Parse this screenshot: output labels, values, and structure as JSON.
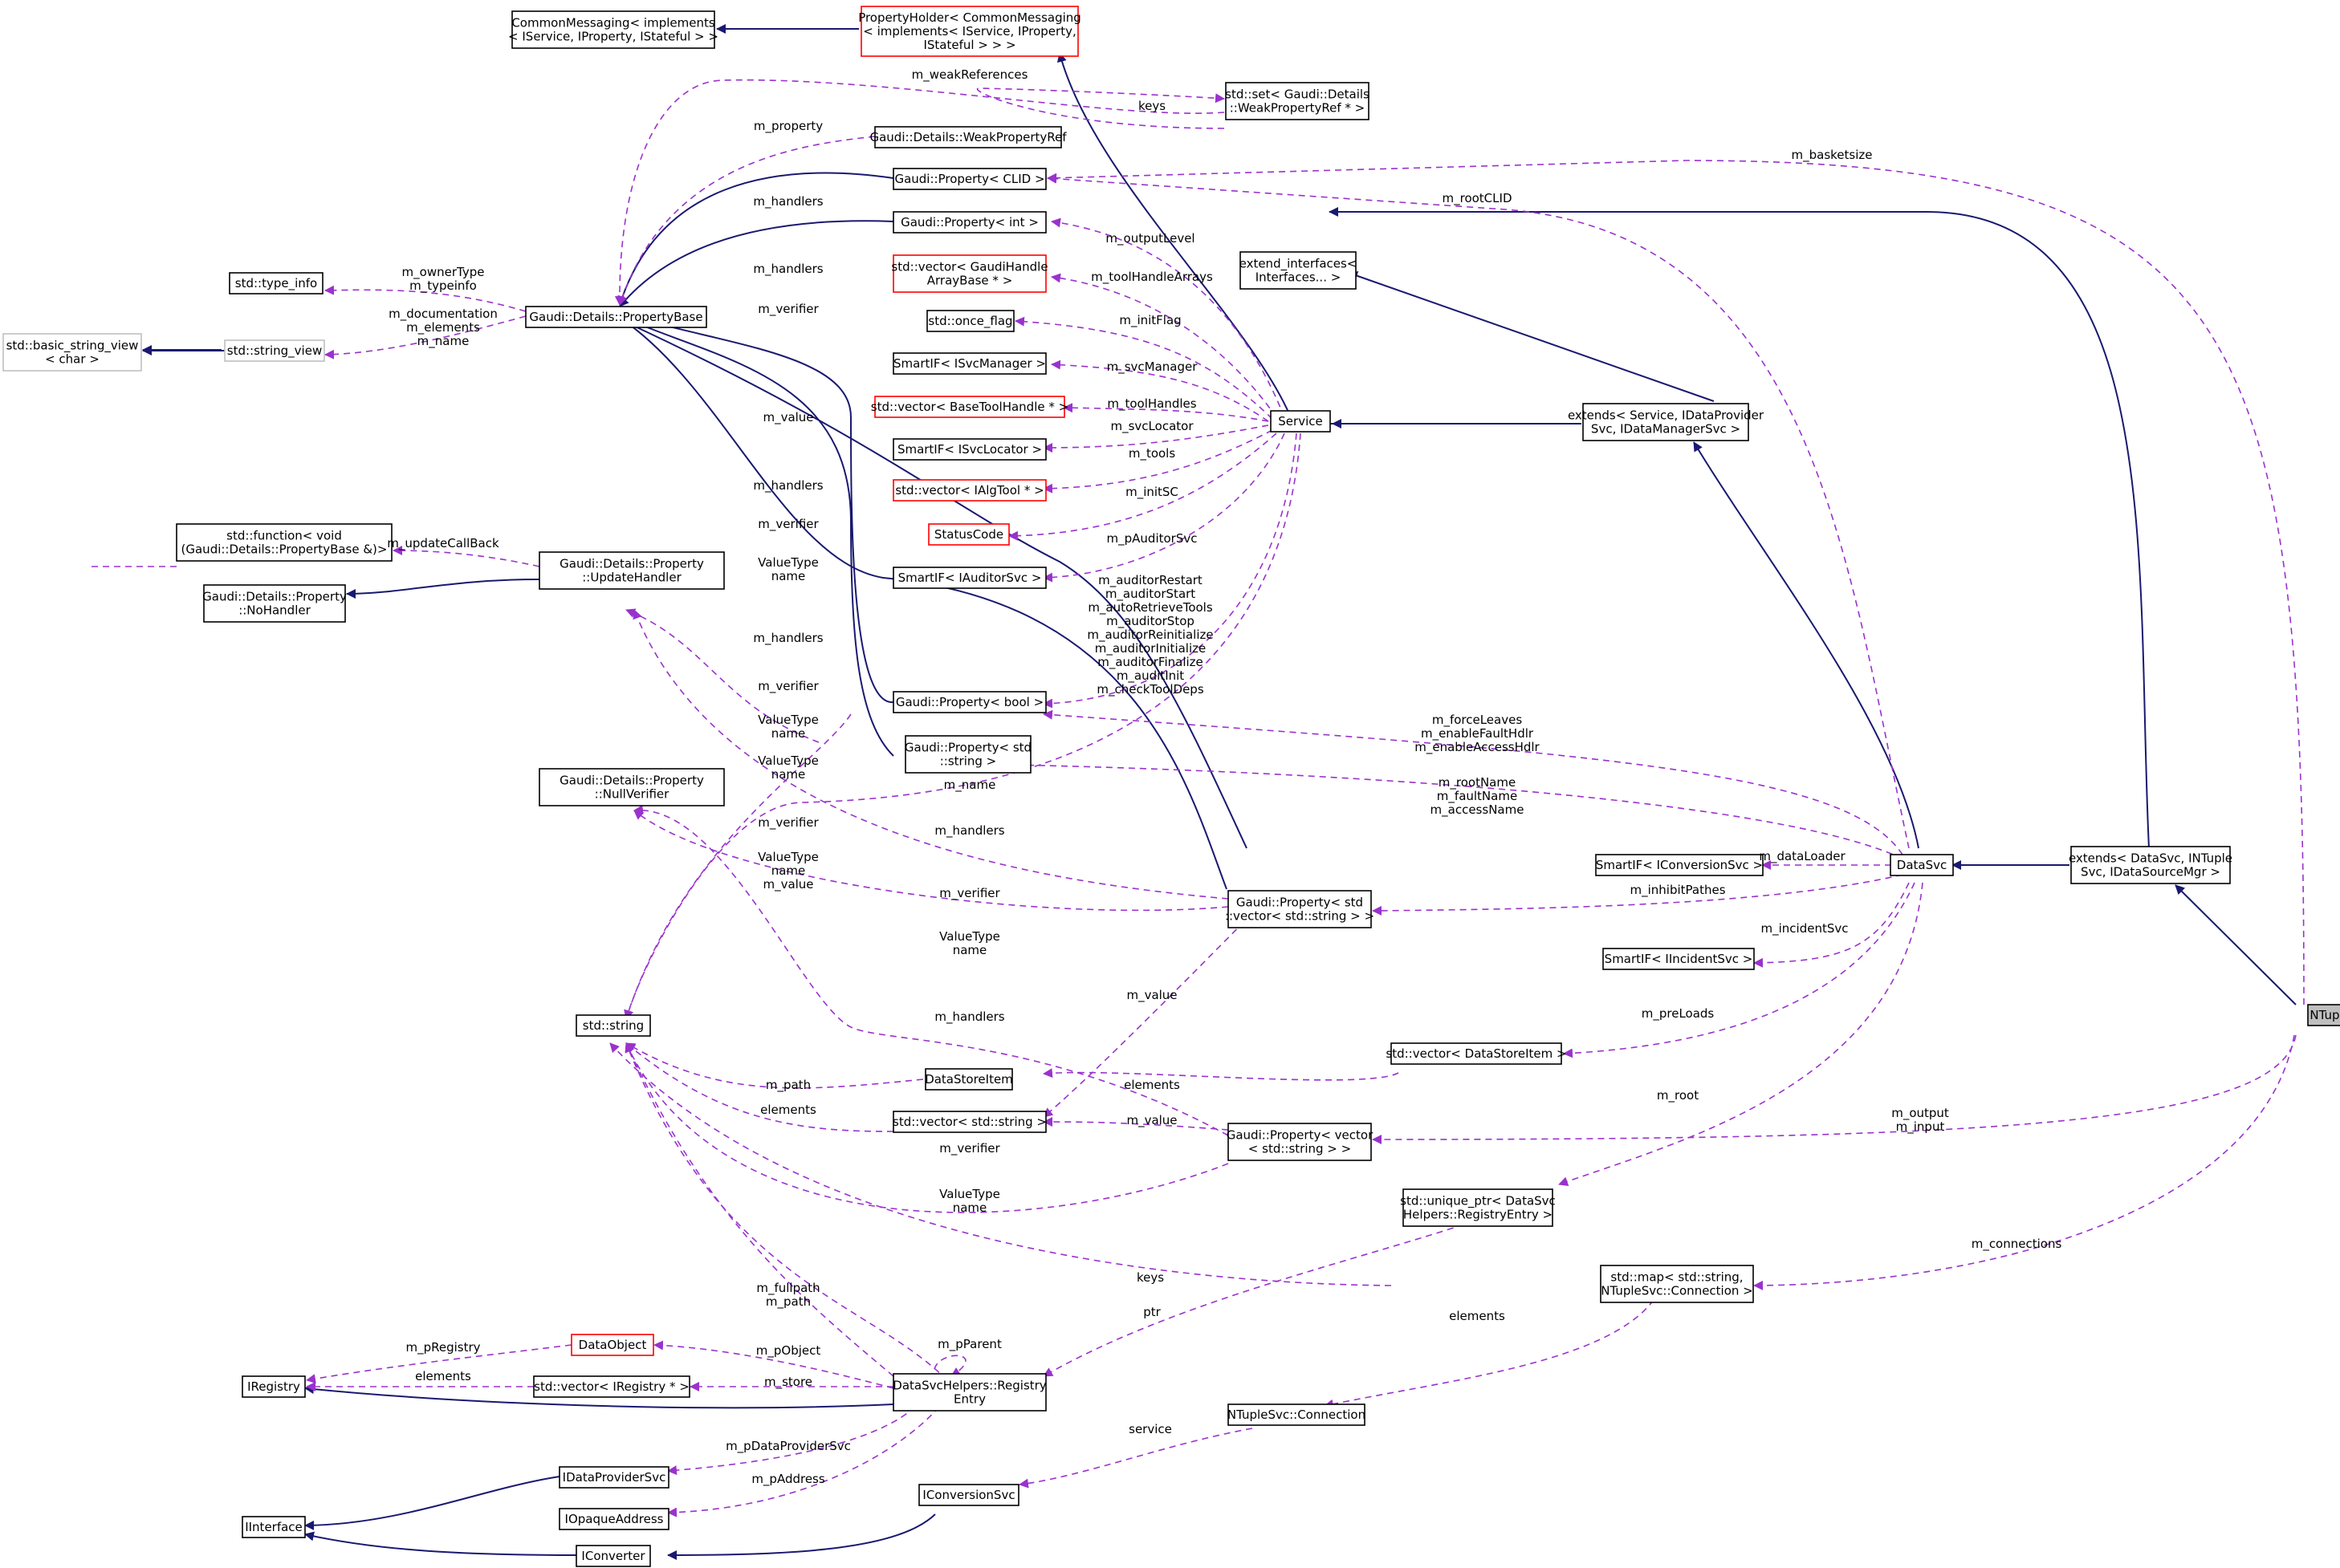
{
  "diagram": {
    "nodes": [
      {
        "id": "CommonMessaging",
        "lines": [
          "CommonMessaging< implements",
          "< IService, IProperty, IStateful > >"
        ],
        "style": "normal"
      },
      {
        "id": "PropertyHolder",
        "lines": [
          "PropertyHolder< CommonMessaging",
          "< implements< IService, IProperty,",
          "IStateful > > >"
        ],
        "style": "red"
      },
      {
        "id": "SetWeakRef",
        "lines": [
          "std::set< Gaudi::Details",
          "::WeakPropertyRef * >"
        ],
        "style": "normal"
      },
      {
        "id": "WeakPropertyRef",
        "lines": [
          "Gaudi::Details::WeakPropertyRef"
        ],
        "style": "normal"
      },
      {
        "id": "PropCLID",
        "lines": [
          "Gaudi::Property< CLID >"
        ],
        "style": "normal"
      },
      {
        "id": "PropInt",
        "lines": [
          "Gaudi::Property< int >"
        ],
        "style": "normal"
      },
      {
        "id": "VecGaudiHandle",
        "lines": [
          "std::vector< GaudiHandle",
          "ArrayBase * >"
        ],
        "style": "red"
      },
      {
        "id": "OnceFlag",
        "lines": [
          "std::once_flag"
        ],
        "style": "normal"
      },
      {
        "id": "SmartSvcMgr",
        "lines": [
          "SmartIF< ISvcManager >"
        ],
        "style": "normal"
      },
      {
        "id": "VecBaseToolHandle",
        "lines": [
          "std::vector< BaseToolHandle * >"
        ],
        "style": "red"
      },
      {
        "id": "SmartSvcLoc",
        "lines": [
          "SmartIF< ISvcLocator >"
        ],
        "style": "normal"
      },
      {
        "id": "VecAlgTool",
        "lines": [
          "std::vector< IAlgTool * >"
        ],
        "style": "red"
      },
      {
        "id": "StatusCode",
        "lines": [
          "StatusCode"
        ],
        "style": "red"
      },
      {
        "id": "SmartAuditor",
        "lines": [
          "SmartIF< IAuditorSvc >"
        ],
        "style": "normal"
      },
      {
        "id": "TypeInfo",
        "lines": [
          "std::type_info"
        ],
        "style": "normal"
      },
      {
        "id": "PropertyBase",
        "lines": [
          "Gaudi::Details::PropertyBase"
        ],
        "style": "normal"
      },
      {
        "id": "BasicStringView",
        "lines": [
          "std::basic_string_view",
          "< char >"
        ],
        "style": "grey"
      },
      {
        "id": "StringView",
        "lines": [
          "std::string_view"
        ],
        "style": "grey"
      },
      {
        "id": "StdFunction",
        "lines": [
          "std::function< void",
          "(Gaudi::Details::PropertyBase &)>"
        ],
        "style": "normal"
      },
      {
        "id": "NoHandler",
        "lines": [
          "Gaudi::Details::Property",
          "::NoHandler"
        ],
        "style": "normal"
      },
      {
        "id": "UpdateHandler",
        "lines": [
          "Gaudi::Details::Property",
          "::UpdateHandler"
        ],
        "style": "normal"
      },
      {
        "id": "NullVerifier",
        "lines": [
          "Gaudi::Details::Property",
          "::NullVerifier"
        ],
        "style": "normal"
      },
      {
        "id": "StdString",
        "lines": [
          "std::string"
        ],
        "style": "normal"
      },
      {
        "id": "PropBool",
        "lines": [
          "Gaudi::Property< bool >"
        ],
        "style": "normal"
      },
      {
        "id": "PropString",
        "lines": [
          "Gaudi::Property< std",
          "::string >"
        ],
        "style": "normal"
      },
      {
        "id": "ExtendInterfaces",
        "lines": [
          "extend_interfaces<",
          "Interfaces... >"
        ],
        "style": "normal"
      },
      {
        "id": "Service",
        "lines": [
          "Service"
        ],
        "style": "normal"
      },
      {
        "id": "ExtendsService",
        "lines": [
          "extends< Service, IDataProvider",
          "Svc, IDataManagerSvc >"
        ],
        "style": "normal"
      },
      {
        "id": "SmartConv",
        "lines": [
          "SmartIF< IConversionSvc >"
        ],
        "style": "normal"
      },
      {
        "id": "DataSvc",
        "lines": [
          "DataSvc"
        ],
        "style": "normal"
      },
      {
        "id": "ExtendsDataSvc",
        "lines": [
          "extends< DataSvc, INTuple",
          "Svc, IDataSourceMgr >"
        ],
        "style": "normal"
      },
      {
        "id": "PropVecString",
        "lines": [
          "Gaudi::Property< std",
          "::vector< std::string > >"
        ],
        "style": "normal"
      },
      {
        "id": "SmartIncident",
        "lines": [
          "SmartIF< IIncidentSvc >"
        ],
        "style": "normal"
      },
      {
        "id": "NTupleSvc",
        "lines": [
          "NTupleSvc"
        ],
        "style": "current"
      },
      {
        "id": "VecDataStoreItem",
        "lines": [
          "std::vector< DataStoreItem >"
        ],
        "style": "normal"
      },
      {
        "id": "DataStoreItem",
        "lines": [
          "DataStoreItem"
        ],
        "style": "normal"
      },
      {
        "id": "VecStdString",
        "lines": [
          "std::vector< std::string >"
        ],
        "style": "normal"
      },
      {
        "id": "PropVectorString",
        "lines": [
          "Gaudi::Property< vector",
          "< std::string > >"
        ],
        "style": "normal"
      },
      {
        "id": "UniquePtr",
        "lines": [
          "std::unique_ptr< DataSvc",
          "Helpers::RegistryEntry >"
        ],
        "style": "normal"
      },
      {
        "id": "StdMap",
        "lines": [
          "std::map< std::string,",
          "NTupleSvc::Connection >"
        ],
        "style": "normal"
      },
      {
        "id": "Connection",
        "lines": [
          "NTupleSvc::Connection"
        ],
        "style": "normal"
      },
      {
        "id": "DataObject",
        "lines": [
          "DataObject"
        ],
        "style": "red"
      },
      {
        "id": "IRegistry",
        "lines": [
          "IRegistry"
        ],
        "style": "normal"
      },
      {
        "id": "VecIRegistry",
        "lines": [
          "std::vector< IRegistry * >"
        ],
        "style": "normal"
      },
      {
        "id": "RegistryEntry",
        "lines": [
          "DataSvcHelpers::Registry",
          "Entry"
        ],
        "style": "normal"
      },
      {
        "id": "IDataProviderSvc",
        "lines": [
          "IDataProviderSvc"
        ],
        "style": "normal"
      },
      {
        "id": "IOpaqueAddress",
        "lines": [
          "IOpaqueAddress"
        ],
        "style": "normal"
      },
      {
        "id": "IConversionSvc",
        "lines": [
          "IConversionSvc"
        ],
        "style": "normal"
      },
      {
        "id": "IInterface",
        "lines": [
          "IInterface"
        ],
        "style": "normal"
      },
      {
        "id": "IConverter",
        "lines": [
          "IConverter"
        ],
        "style": "normal"
      }
    ],
    "edge_labels": [
      {
        "id": "l_weakReferences",
        "lines": [
          "m_weakReferences"
        ]
      },
      {
        "id": "l_keys_set",
        "lines": [
          "keys"
        ]
      },
      {
        "id": "l_property",
        "lines": [
          "m_property"
        ]
      },
      {
        "id": "l_basketsize",
        "lines": [
          "m_basketsize"
        ]
      },
      {
        "id": "l_handlers_1",
        "lines": [
          "m_handlers"
        ]
      },
      {
        "id": "l_rootCLID",
        "lines": [
          "m_rootCLID"
        ]
      },
      {
        "id": "l_outputLevel",
        "lines": [
          "m_outputLevel"
        ]
      },
      {
        "id": "l_handlers_2",
        "lines": [
          "m_handlers"
        ]
      },
      {
        "id": "l_ownerType",
        "lines": [
          "m_ownerType",
          "m_typeinfo"
        ]
      },
      {
        "id": "l_toolHandleArrays",
        "lines": [
          "m_toolHandleArrays"
        ]
      },
      {
        "id": "l_verifier_1",
        "lines": [
          "m_verifier"
        ]
      },
      {
        "id": "l_documentation",
        "lines": [
          "m_documentation",
          "m_elements",
          "m_name"
        ]
      },
      {
        "id": "l_initFlag",
        "lines": [
          "m_initFlag"
        ]
      },
      {
        "id": "l_svcManager",
        "lines": [
          "m_svcManager"
        ]
      },
      {
        "id": "l_toolHandles",
        "lines": [
          "m_toolHandles"
        ]
      },
      {
        "id": "l_value_1",
        "lines": [
          "m_value"
        ]
      },
      {
        "id": "l_svcLocator",
        "lines": [
          "m_svcLocator"
        ]
      },
      {
        "id": "l_tools",
        "lines": [
          "m_tools"
        ]
      },
      {
        "id": "l_handlers_3",
        "lines": [
          "m_handlers"
        ]
      },
      {
        "id": "l_initSC",
        "lines": [
          "m_initSC"
        ]
      },
      {
        "id": "l_verifier_2",
        "lines": [
          "m_verifier"
        ]
      },
      {
        "id": "l_updateCallBack",
        "lines": [
          "m_updateCallBack"
        ]
      },
      {
        "id": "l_pAuditorSvc",
        "lines": [
          "m_pAuditorSvc"
        ]
      },
      {
        "id": "l_valuetype_1",
        "lines": [
          "ValueType",
          "name"
        ]
      },
      {
        "id": "l_auditor",
        "lines": [
          "m_auditorRestart",
          "m_auditorStart",
          "m_autoRetrieveTools",
          "m_auditorStop",
          "m_auditorReinitialize",
          "m_auditorInitialize",
          "m_auditorFinalize",
          "m_auditInit",
          "m_checkToolDeps"
        ]
      },
      {
        "id": "l_handlers_4",
        "lines": [
          "m_handlers"
        ]
      },
      {
        "id": "l_verifier_3",
        "lines": [
          "m_verifier"
        ]
      },
      {
        "id": "l_valuetype_2",
        "lines": [
          "ValueType",
          "name"
        ]
      },
      {
        "id": "l_forceLeaves",
        "lines": [
          "m_forceLeaves",
          "m_enableFaultHdlr",
          "m_enableAccessHdlr"
        ]
      },
      {
        "id": "l_valuetype_3",
        "lines": [
          "ValueType",
          "name"
        ]
      },
      {
        "id": "l_name",
        "lines": [
          "m_name"
        ]
      },
      {
        "id": "l_rootName",
        "lines": [
          "m_rootName",
          "m_faultName",
          "m_accessName"
        ]
      },
      {
        "id": "l_verifier_4",
        "lines": [
          "m_verifier"
        ]
      },
      {
        "id": "l_handlers_5",
        "lines": [
          "m_handlers"
        ]
      },
      {
        "id": "l_valuetype_4",
        "lines": [
          "ValueType",
          "name",
          "m_value"
        ]
      },
      {
        "id": "l_dataLoader",
        "lines": [
          "m_dataLoader"
        ]
      },
      {
        "id": "l_verifier_5",
        "lines": [
          "m_verifier"
        ]
      },
      {
        "id": "l_inhibitPathes",
        "lines": [
          "m_inhibitPathes"
        ]
      },
      {
        "id": "l_valuetype_5",
        "lines": [
          "ValueType",
          "name"
        ]
      },
      {
        "id": "l_incidentSvc",
        "lines": [
          "m_incidentSvc"
        ]
      },
      {
        "id": "l_value_2",
        "lines": [
          "m_value"
        ]
      },
      {
        "id": "l_handlers_6",
        "lines": [
          "m_handlers"
        ]
      },
      {
        "id": "l_preLoads",
        "lines": [
          "m_preLoads"
        ]
      },
      {
        "id": "l_path",
        "lines": [
          "m_path"
        ]
      },
      {
        "id": "l_elements_1",
        "lines": [
          "elements"
        ]
      },
      {
        "id": "l_elements_2",
        "lines": [
          "elements"
        ]
      },
      {
        "id": "l_root",
        "lines": [
          "m_root"
        ]
      },
      {
        "id": "l_value_3",
        "lines": [
          "m_value"
        ]
      },
      {
        "id": "l_verifier_6",
        "lines": [
          "m_verifier"
        ]
      },
      {
        "id": "l_output",
        "lines": [
          "m_output",
          "m_input"
        ]
      },
      {
        "id": "l_valuetype_6",
        "lines": [
          "ValueType",
          "name"
        ]
      },
      {
        "id": "l_connections",
        "lines": [
          "m_connections"
        ]
      },
      {
        "id": "l_keys_map",
        "lines": [
          "keys"
        ]
      },
      {
        "id": "l_fullpath",
        "lines": [
          "m_fullpath",
          "m_path"
        ]
      },
      {
        "id": "l_ptr",
        "lines": [
          "ptr"
        ]
      },
      {
        "id": "l_elements_3",
        "lines": [
          "elements"
        ]
      },
      {
        "id": "l_pParent",
        "lines": [
          "m_pParent"
        ]
      },
      {
        "id": "l_pRegistry",
        "lines": [
          "m_pRegistry"
        ]
      },
      {
        "id": "l_pObject",
        "lines": [
          "m_pObject"
        ]
      },
      {
        "id": "l_elements_4",
        "lines": [
          "elements"
        ]
      },
      {
        "id": "l_store",
        "lines": [
          "m_store"
        ]
      },
      {
        "id": "l_pDataProviderSvc",
        "lines": [
          "m_pDataProviderSvc"
        ]
      },
      {
        "id": "l_service",
        "lines": [
          "service"
        ]
      },
      {
        "id": "l_pAddress",
        "lines": [
          "m_pAddress"
        ]
      }
    ]
  }
}
